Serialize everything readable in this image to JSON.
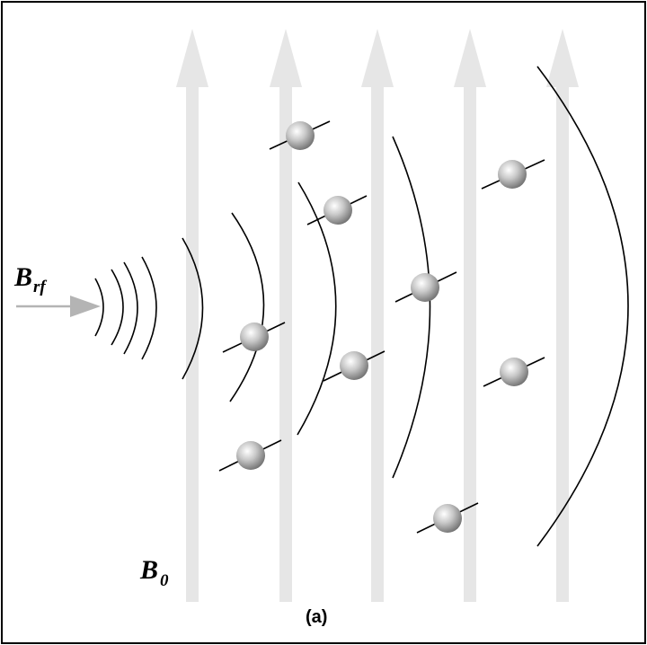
{
  "labels": {
    "rf_main": "B",
    "rf_sub": "rf",
    "b0_main": "B",
    "b0_sub": "0",
    "caption": "(a)"
  },
  "colors": {
    "field_lines": "#e6e6e6",
    "rf_arrow": "#b4b4b4",
    "particle_light": "#ffffff",
    "particle_dark": "#777777",
    "ink": "#000000"
  },
  "icons": {
    "rf_arrow": "right-arrow-icon",
    "field_arrow": "up-arrow-icon",
    "particle": "spinning-nucleus-icon"
  }
}
